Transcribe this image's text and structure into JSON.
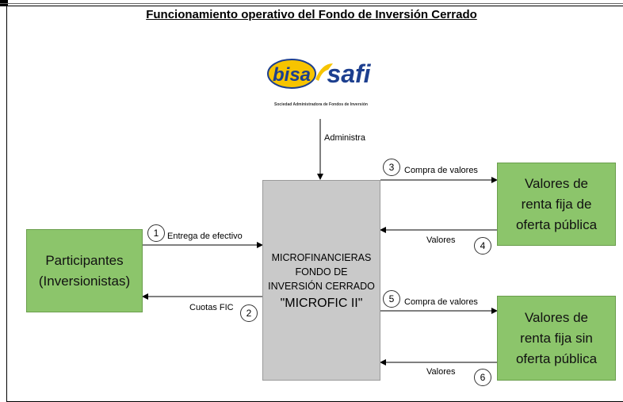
{
  "title": "Funcionamiento operativo del Fondo de Inversión Cerrado",
  "logo": {
    "left_text": "bisa",
    "right_text": "safi",
    "subtitle": "Sociedad Administradora de Fondos de Inversión",
    "colors": {
      "yellow": "#f7c400",
      "blue": "#1d3f8f",
      "outline": "#1d3f8f"
    }
  },
  "nodes": {
    "participants": {
      "line1": "Participantes",
      "line2": "(Inversionistas)"
    },
    "fund": {
      "line1": "MICROFINANCIERAS",
      "line2": "FONDO DE",
      "line3": "INVERSIÓN CERRADO",
      "line4": "\"MICROFIC II\""
    },
    "public_offer": {
      "line1": "Valores de",
      "line2": "renta fija de",
      "line3": "oferta pública"
    },
    "private_offer": {
      "line1": "Valores de",
      "line2": "renta fija sin",
      "line3": "oferta pública"
    }
  },
  "edges": {
    "administra": "Administra",
    "compra_1": "Compra de valores",
    "valores_1": "Valores",
    "entrega": "Entrega de efectivo",
    "cuotas": "Cuotas FIC",
    "compra_2": "Compra de valores",
    "valores_2": "Valores"
  },
  "steps": [
    "1",
    "2",
    "3",
    "4",
    "5",
    "6"
  ],
  "colors": {
    "green": "#8cc56b",
    "gray": "#c9c9c9"
  }
}
